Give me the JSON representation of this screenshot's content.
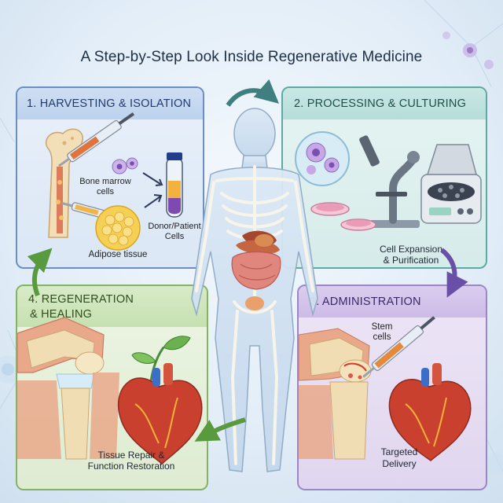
{
  "title": "A Step-by-Step Look Inside Regenerative Medicine",
  "steps": [
    {
      "header": "1. HARVESTING & ISOLATION",
      "labels": [
        "Bone marrow cells",
        "Donor/Patient Cells",
        "Adipose tissue"
      ]
    },
    {
      "header": "2. PROCESSING & CULTURING",
      "caption_line1": "Cell Expansion",
      "caption_line2": "& Purification"
    },
    {
      "header": "3. ADMINISTRATION",
      "label": "Stem cells",
      "caption": "Targeted Delivery"
    },
    {
      "header_line1": "4. REGENERATION",
      "header_line2": "& HEALING",
      "caption_line1": "Tissue Repair &",
      "caption_line2": "Function Restoration"
    }
  ],
  "colors": {
    "step1": "#6b8fc3",
    "step2": "#5eaaa2",
    "step3": "#9d86c6",
    "step4": "#83b268"
  }
}
